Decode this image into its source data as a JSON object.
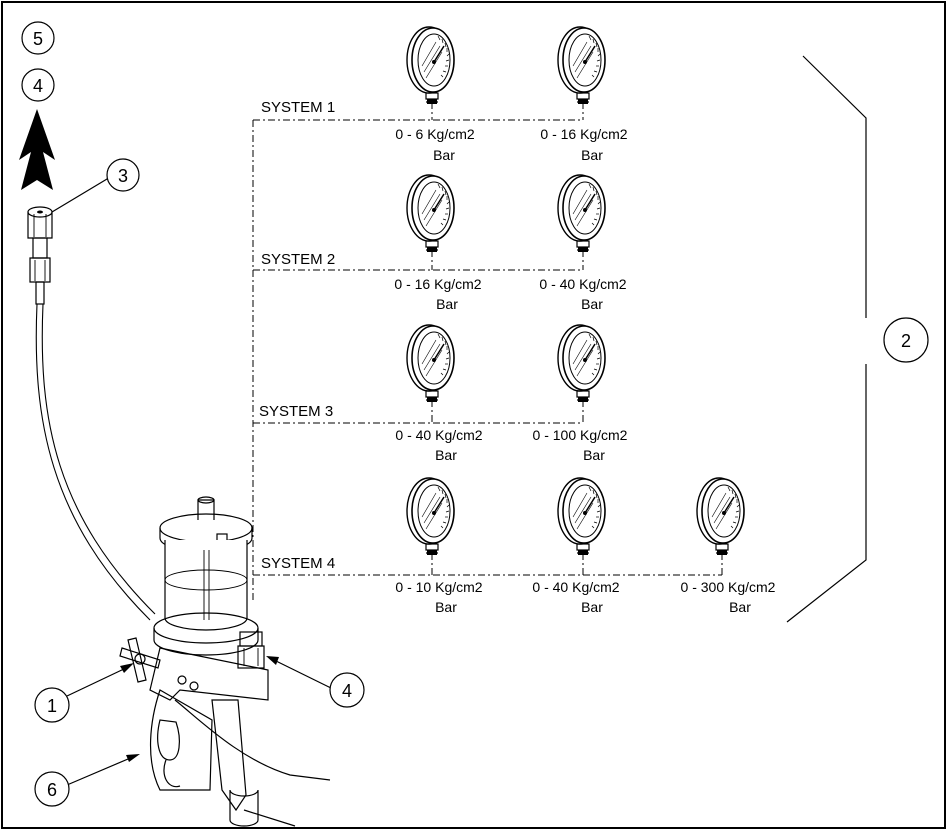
{
  "callouts": {
    "c1": "1",
    "c2": "2",
    "c3": "3",
    "c4_top": "4",
    "c4_pump": "4",
    "c5": "5",
    "c6": "6"
  },
  "systems": [
    {
      "label": "SYSTEM 1",
      "gauges": [
        {
          "range": "0 - 6 Kg/cm2",
          "unit": "Bar"
        },
        {
          "range": "0 - 16 Kg/cm2",
          "unit": "Bar"
        }
      ]
    },
    {
      "label": "SYSTEM 2",
      "gauges": [
        {
          "range": "0 - 16 Kg/cm2",
          "unit": "Bar"
        },
        {
          "range": "0 - 40 Kg/cm2",
          "unit": "Bar"
        }
      ]
    },
    {
      "label": "SYSTEM 3",
      "gauges": [
        {
          "range": "0 - 40 Kg/cm2",
          "unit": "Bar"
        },
        {
          "range": "0 - 100 Kg/cm2",
          "unit": "Bar"
        }
      ]
    },
    {
      "label": "SYSTEM 4",
      "gauges": [
        {
          "range": "0 - 10 Kg/cm2",
          "unit": "Bar"
        },
        {
          "range": "0 - 40 Kg/cm2",
          "unit": "Bar"
        },
        {
          "range": "0 - 300 Kg/cm2",
          "unit": "Bar"
        }
      ]
    }
  ]
}
